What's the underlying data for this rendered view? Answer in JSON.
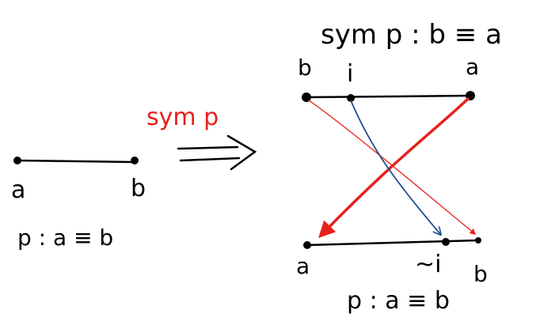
{
  "title": "sym p : b ≡ a",
  "arrow_label": "sym p",
  "left": {
    "label_a": "a",
    "label_b": "b",
    "equation": "p : a ≡ b"
  },
  "right": {
    "top_b": "b",
    "top_i": "i",
    "top_a": "a",
    "bottom_a": "a",
    "bottom_not_i": "~i",
    "bottom_b": "b",
    "equation": "p : a ≡ b"
  },
  "colors": {
    "ink": "#000000",
    "red": "#e8201c",
    "blue": "#1f4f8f"
  }
}
